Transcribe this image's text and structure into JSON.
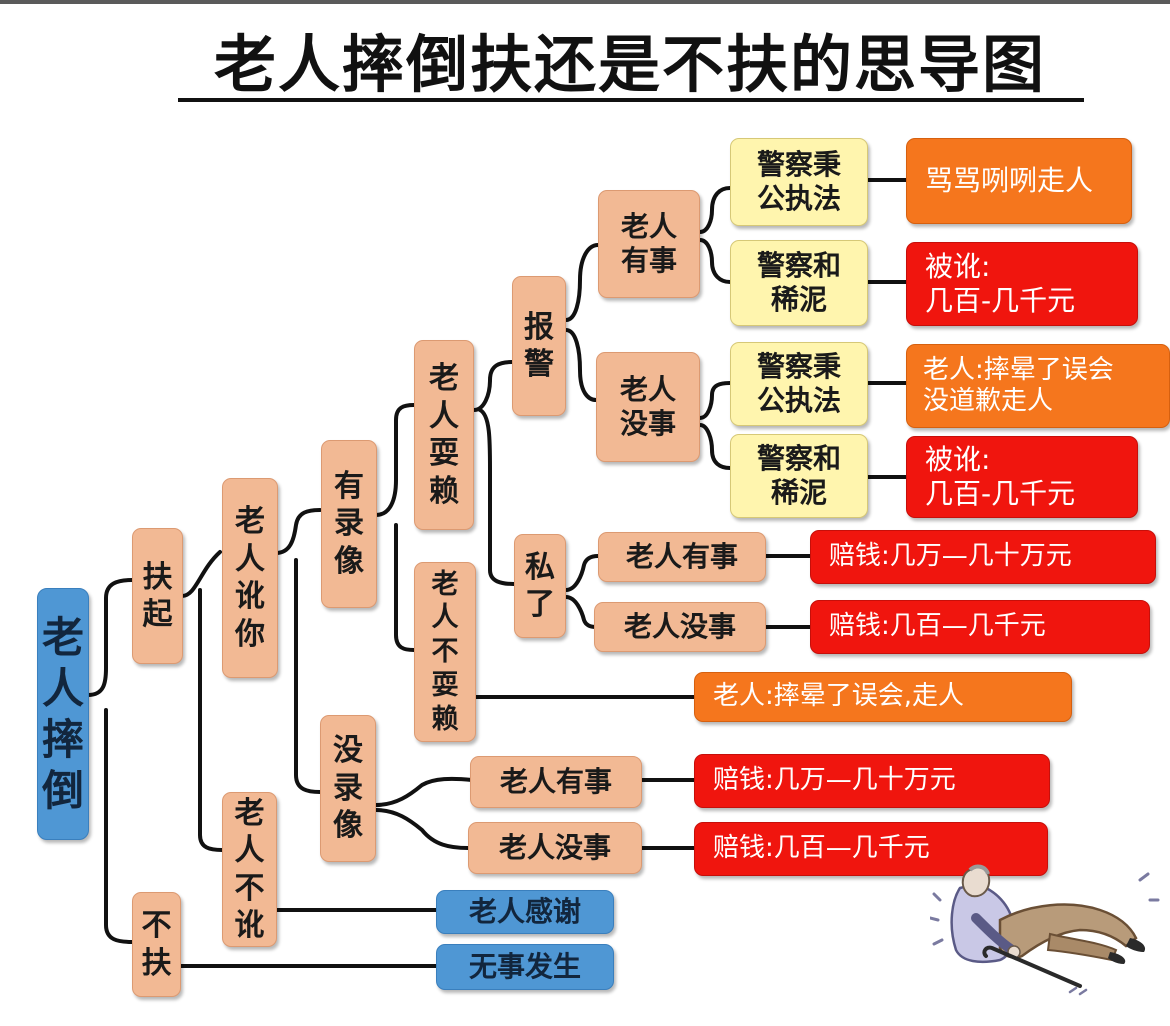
{
  "title": "老人摔倒扶还是不扶的思导图",
  "root": "老\n人\n摔\n倒",
  "nodes": {
    "fuqi": "扶\n起",
    "bufu": "不\n扶",
    "laoren_e_ni": "老\n人\n讹\n你",
    "laoren_bu_e": "老\n人\n不\n讹",
    "you_luxiang": "有\n录\n像",
    "mei_luxiang": "没\n录\n像",
    "laoren_shualai": "老\n人\n耍\n赖",
    "laoren_bu_shualai": "老\n人\n不\n耍\n赖",
    "baojing": "报\n警",
    "si_le": "私\n了",
    "laoren_youshi_1": "老人\n有事",
    "laoren_meishi_1": "老人\n没事",
    "police_fair_1": "警察秉\n公执法",
    "police_mud_1": "警察和\n稀泥",
    "police_fair_2": "警察秉\n公执法",
    "police_mud_2": "警察和\n稀泥",
    "si_le_youshi": "老人有事",
    "si_le_meishi": "老人没事",
    "mei_lx_youshi": "老人有事",
    "mei_lx_meishi": "老人没事",
    "laoren_ganxie": "老人感谢",
    "wushi_fasheng": "无事发生"
  },
  "outcomes": {
    "out_1": "骂骂咧咧走人",
    "out_2": "被讹:\n几百-几千元",
    "out_3": "老人:摔晕了误会\n没道歉走人",
    "out_4": "被讹:\n几百-几千元",
    "out_5": "赔钱:几万—几十万元",
    "out_6": "赔钱:几百—几千元",
    "out_7": "老人:摔晕了误会,走人",
    "out_8": "赔钱:几万—几十万元",
    "out_9": "赔钱:几百—几千元"
  },
  "colors": {
    "node": "#f2b994",
    "root": "#4f97d4",
    "police": "#fff5ae",
    "bad_outcome": "#f0150e",
    "neutral_outcome": "#f5761d",
    "good_outcome": "#4f97d4"
  },
  "illustration": "fallen-elderly-man-with-cane"
}
